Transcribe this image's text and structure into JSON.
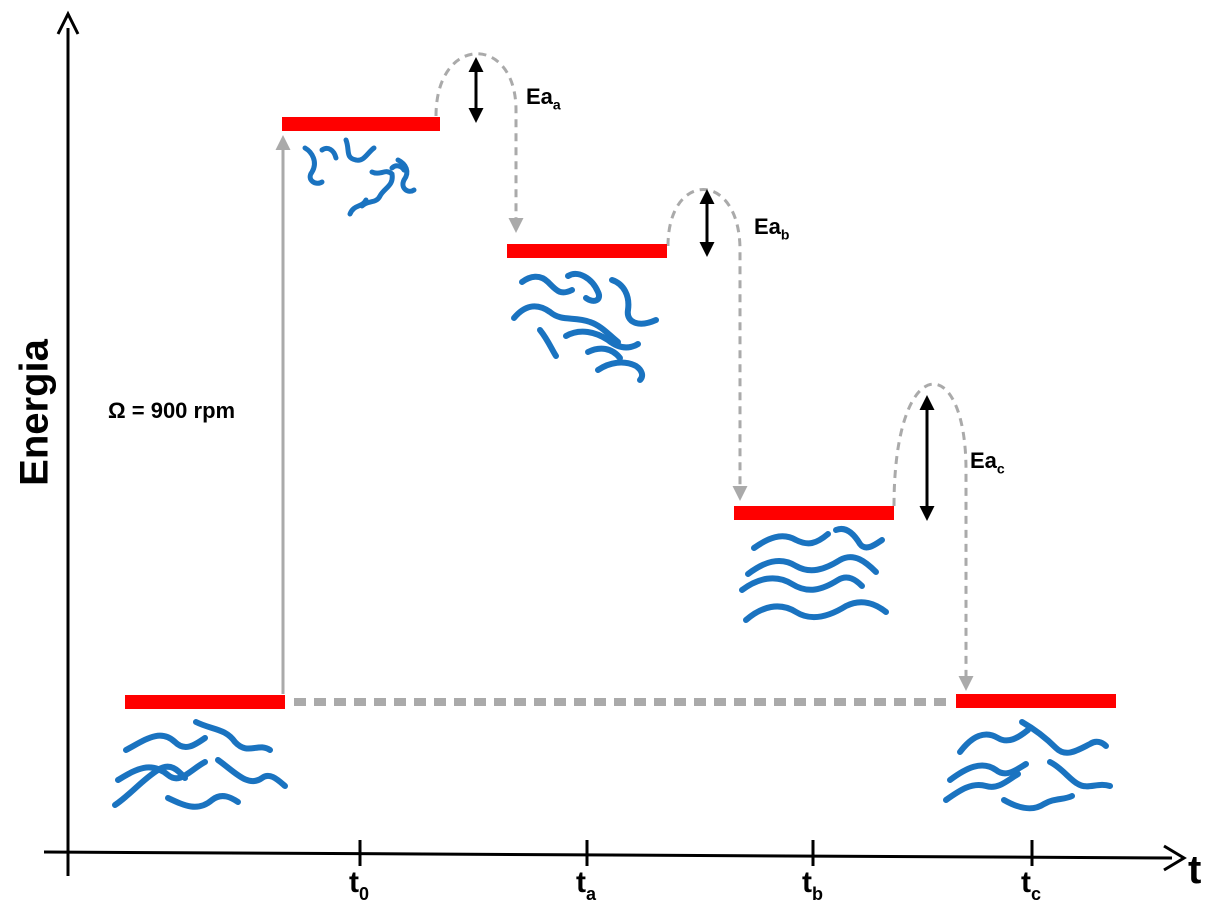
{
  "axes": {
    "y_label": "Energia",
    "x_label": "t"
  },
  "rotation_label": "Ω = 900 rpm",
  "ticks": [
    {
      "main": "t",
      "sub": "0"
    },
    {
      "main": "t",
      "sub": "a"
    },
    {
      "main": "t",
      "sub": "b"
    },
    {
      "main": "t",
      "sub": "c"
    }
  ],
  "activation_energies": [
    {
      "main": "Ea",
      "sub": "a"
    },
    {
      "main": "Ea",
      "sub": "b"
    },
    {
      "main": "Ea",
      "sub": "c"
    }
  ],
  "colors": {
    "energy_level": "#ff0000",
    "polymer_chain": "#1a73c0",
    "transition_arrow": "#aaaaaa",
    "axis": "#000000"
  }
}
